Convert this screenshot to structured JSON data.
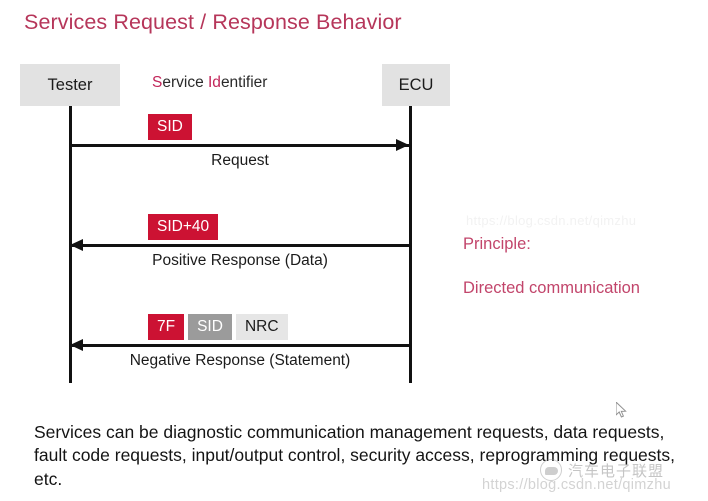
{
  "slide": {
    "title": "Services Request / Response Behavior",
    "title_color": "#b6365a"
  },
  "diagram": {
    "type": "sequence-diagram",
    "actors": [
      {
        "id": "tester",
        "label": "Tester"
      },
      {
        "id": "ecu",
        "label": "ECU"
      }
    ],
    "annotation": {
      "full_text": "Service Identifier",
      "highlight_1": "S",
      "plain_1": "ervice ",
      "highlight_2": "Id",
      "plain_2": "entifier",
      "highlight_color": "#c2265a"
    },
    "messages": [
      {
        "id": "request",
        "direction": "right",
        "caption": "Request",
        "chips": [
          {
            "text": "SID",
            "style": "red"
          }
        ]
      },
      {
        "id": "positive-response",
        "direction": "left",
        "caption": "Positive Response (Data)",
        "chips": [
          {
            "text": "SID+40",
            "style": "red"
          }
        ]
      },
      {
        "id": "negative-response",
        "direction": "left",
        "caption": "Negative Response (Statement)",
        "chips": [
          {
            "text": "7F",
            "style": "red"
          },
          {
            "text": "SID",
            "style": "gray"
          },
          {
            "text": "NRC",
            "style": "light"
          }
        ]
      }
    ],
    "chip_colors": {
      "red_bg": "#cc1233",
      "gray_bg": "#9b9b9b",
      "light_bg": "#e6e6e6",
      "actor_bg": "#e2e2e2"
    }
  },
  "principle": {
    "heading": "Principle:",
    "body": "Directed communication",
    "color": "#c2456b"
  },
  "paragraph": {
    "text": "Services can be diagnostic communication management requests, data requests, fault code requests, input/output control, security access, reprogramming requests, etc."
  },
  "watermarks": {
    "logo_text": "汽车电子联盟",
    "url": "https://blog.csdn.net/qimzhu",
    "url_faint": "https://blog.csdn.net/qimzhu"
  }
}
